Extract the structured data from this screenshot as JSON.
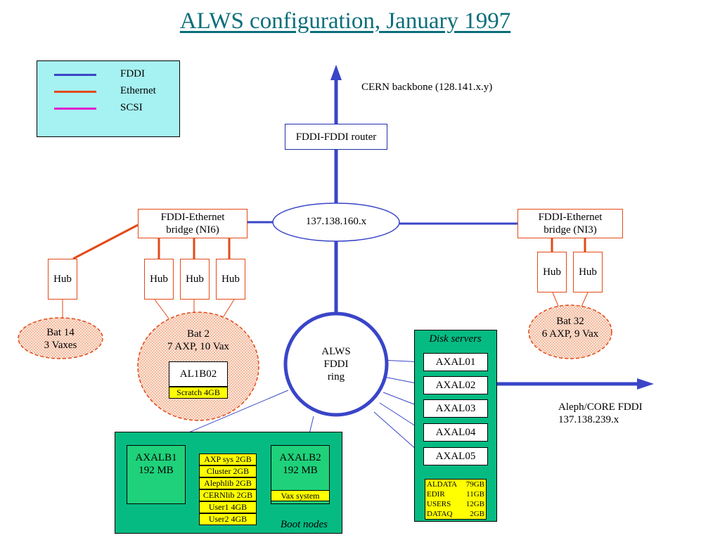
{
  "title": "ALWS configuration, January 1997",
  "legend": [
    {
      "label": "FDDI",
      "color": "#3a45c8"
    },
    {
      "label": "Ethernet",
      "color": "#e24a17"
    },
    {
      "label": "SCSI",
      "color": "#e01ad0"
    }
  ],
  "backbone_label": "CERN backbone (128.141.x.y)",
  "router_label": "FDDI-FDDI router",
  "ip_label": "137.138.160.x",
  "bridge_ni6": [
    "FDDI-Ethernet",
    "bridge (NI6)"
  ],
  "bridge_ni3": [
    "FDDI-Ethernet",
    "bridge (NI3)"
  ],
  "hub_label": "Hub",
  "bat14": [
    "Bat 14",
    "3 Vaxes"
  ],
  "bat2": [
    "Bat 2",
    "7 AXP, 10 Vax"
  ],
  "bat32": [
    "Bat 32",
    "6 AXP,  9 Vax"
  ],
  "al1b02": {
    "name": "AL1B02",
    "scratch": "Scratch  4GB"
  },
  "ring": [
    "ALWS",
    "FDDI",
    "ring"
  ],
  "disk_servers": {
    "title": "Disk servers",
    "servers": [
      "AXAL01",
      "AXAL02",
      "AXAL03",
      "AXAL04",
      "AXAL05"
    ],
    "disks": [
      {
        "name": "ALDATA",
        "size": "79GB"
      },
      {
        "name": "EDIR",
        "size": "11GB"
      },
      {
        "name": "USERS",
        "size": "12GB"
      },
      {
        "name": "DATAQ",
        "size": "2GB"
      }
    ]
  },
  "aleph_core": [
    "Aleph/CORE FDDI",
    "137.138.239.x"
  ],
  "boot_nodes": {
    "title": "Boot nodes",
    "axalb1": [
      "AXALB1",
      "192 MB"
    ],
    "axalb2": [
      "AXALB2",
      "192 MB"
    ],
    "vax_system": "Vax system",
    "disks": [
      "AXP sys 2GB",
      "Cluster 2GB",
      "Alephlib 2GB",
      "CERNlib 2GB",
      "User1 4GB",
      "User2 4GB"
    ]
  }
}
